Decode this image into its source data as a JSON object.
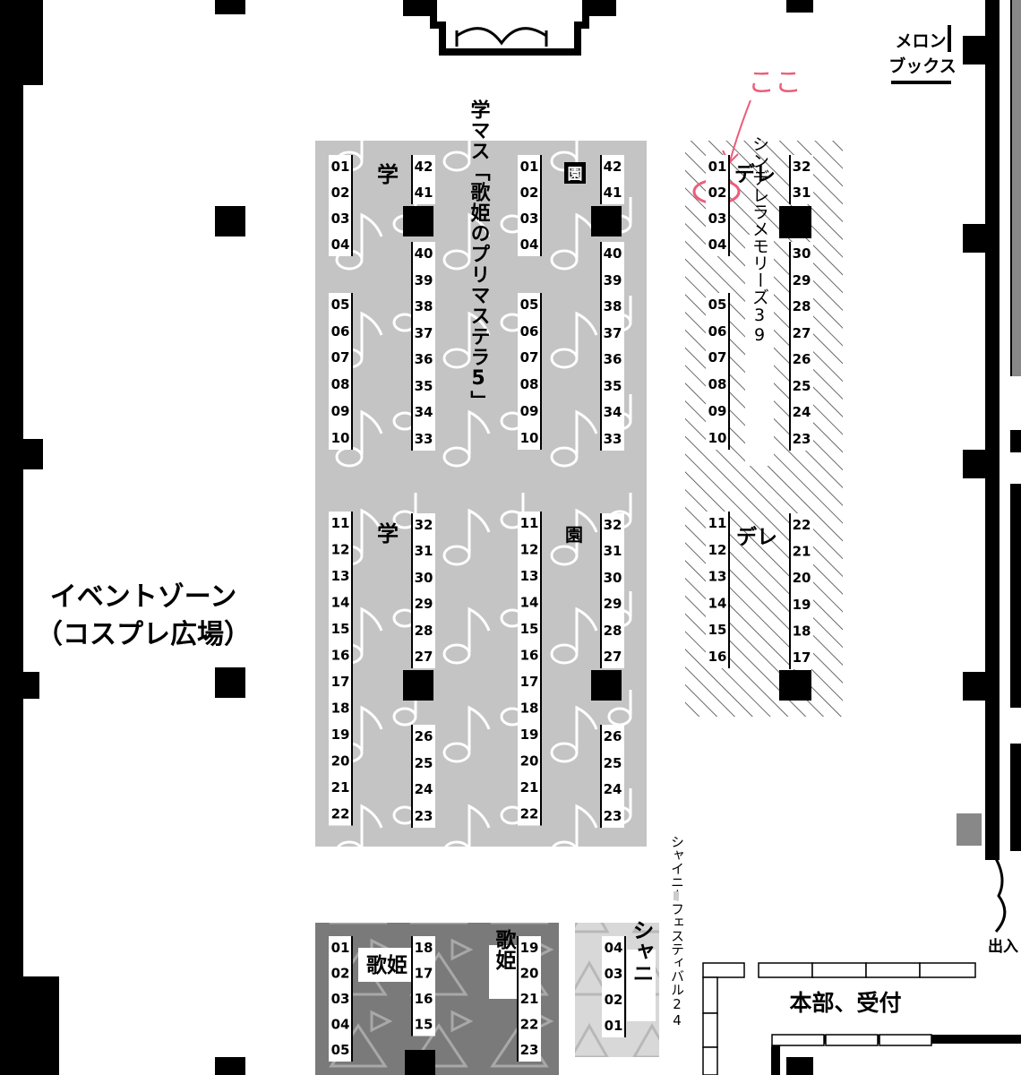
{
  "labels": {
    "melon_line1": "メロン",
    "melon_line2": "ブックス",
    "annotation": "ここ",
    "event_zone": "イベントゾーン",
    "cosplay": "（コスプレ広場）",
    "gaku_1": "学",
    "en_1": "園",
    "gaku_2": "学",
    "en_2": "園",
    "gakumas_vertical": "学マス「歌姫のプリマステラ5」",
    "dere_1": "デレ",
    "dere_2": "デレ",
    "cinderella_vertical": "シンデレラメモリーズ39",
    "utahime_1": "歌姫",
    "utahime_2": "歌姫",
    "shiny_short": "シャニ",
    "shiny_fes_vertical": "シャイニーフェスティバル24",
    "honbu": "本部、受付",
    "exit": "出入"
  },
  "columns": {
    "gaku_left_a": [
      "01",
      "02",
      "03",
      "04",
      "05",
      "06",
      "07",
      "08",
      "09",
      "10"
    ],
    "gaku_left_b": [
      "11",
      "12",
      "13",
      "14",
      "15",
      "16",
      "17",
      "18",
      "19",
      "20",
      "21",
      "22"
    ],
    "gaku_mid_a": [
      "42",
      "41",
      "40",
      "39",
      "38",
      "37",
      "36",
      "35",
      "34",
      "33"
    ],
    "gaku_mid_b": [
      "32",
      "31",
      "30",
      "29",
      "28",
      "27",
      "26",
      "25",
      "24",
      "23"
    ],
    "gaku_c_a": [
      "01",
      "02",
      "03",
      "04",
      "05",
      "06",
      "07",
      "08",
      "09",
      "10"
    ],
    "gaku_c_b": [
      "11",
      "12",
      "13",
      "14",
      "15",
      "16",
      "17",
      "18",
      "19",
      "20",
      "21",
      "22"
    ],
    "gaku_r_a": [
      "42",
      "41",
      "40",
      "39",
      "38",
      "37",
      "36",
      "35",
      "34",
      "33"
    ],
    "gaku_r_b": [
      "32",
      "31",
      "30",
      "29",
      "28",
      "27",
      "26",
      "25",
      "24",
      "23"
    ],
    "dere_l_a": [
      "01",
      "02",
      "03",
      "04",
      "05",
      "06",
      "07",
      "08",
      "09",
      "10"
    ],
    "dere_l_b": [
      "11",
      "12",
      "13",
      "14",
      "15",
      "16"
    ],
    "dere_r_a": [
      "32",
      "31",
      "30",
      "29",
      "28",
      "27",
      "26",
      "25",
      "24",
      "23"
    ],
    "dere_r_b": [
      "22",
      "21",
      "20",
      "19",
      "18",
      "17"
    ],
    "uta_1": [
      "01",
      "02",
      "03",
      "04",
      "05"
    ],
    "uta_2": [
      "18",
      "17",
      "16",
      "15"
    ],
    "uta_3": [
      "19",
      "20",
      "21",
      "22",
      "23"
    ],
    "shiny": [
      "04",
      "03",
      "02",
      "01"
    ]
  },
  "colors": {
    "gakumas_block": "#c4c4c4",
    "utahime_block": "#7a7a7a",
    "shiny_block": "#d8d8d8",
    "annotation": "#ec5d7a",
    "wall": "#000000"
  }
}
